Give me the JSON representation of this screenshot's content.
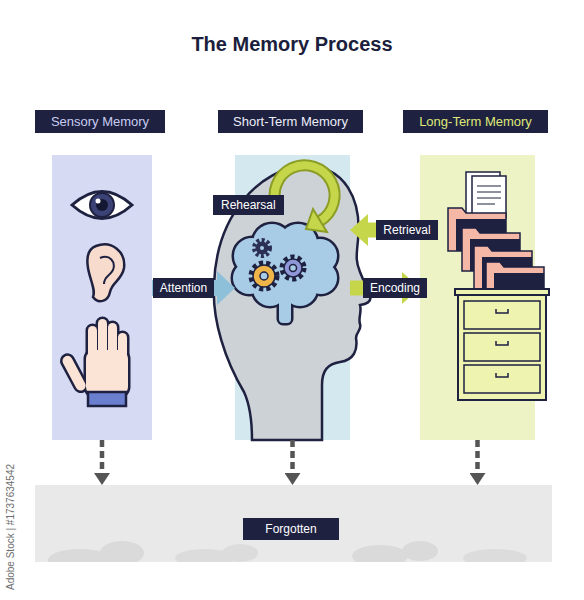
{
  "diagram": {
    "title": "The Memory Process",
    "nodes": [
      {
        "text": [
          "Sensory Memory"
        ]
      },
      {
        "text": [
          "Short-Term Memory"
        ]
      },
      {
        "text": [
          "Long-Term Memory"
        ]
      },
      {
        "text": [
          "Forgotten"
        ]
      }
    ],
    "edges": [
      {
        "from": 0,
        "to": 1,
        "label": "Attention",
        "arrow": "to"
      },
      {
        "from": 2,
        "to": 1,
        "label": "Retrieval",
        "arrow": "to"
      },
      {
        "from": 1,
        "to": 2,
        "label": "Encoding",
        "arrow": "to"
      },
      {
        "from": 0,
        "to": 3,
        "arrow": "to"
      },
      {
        "from": 1,
        "to": 3,
        "arrow": "to"
      },
      {
        "from": 2,
        "to": 3,
        "arrow": "to"
      }
    ],
    "labels": [
      "Rehearsal",
      "Adobe Stock | #1737634542"
    ]
  }
}
